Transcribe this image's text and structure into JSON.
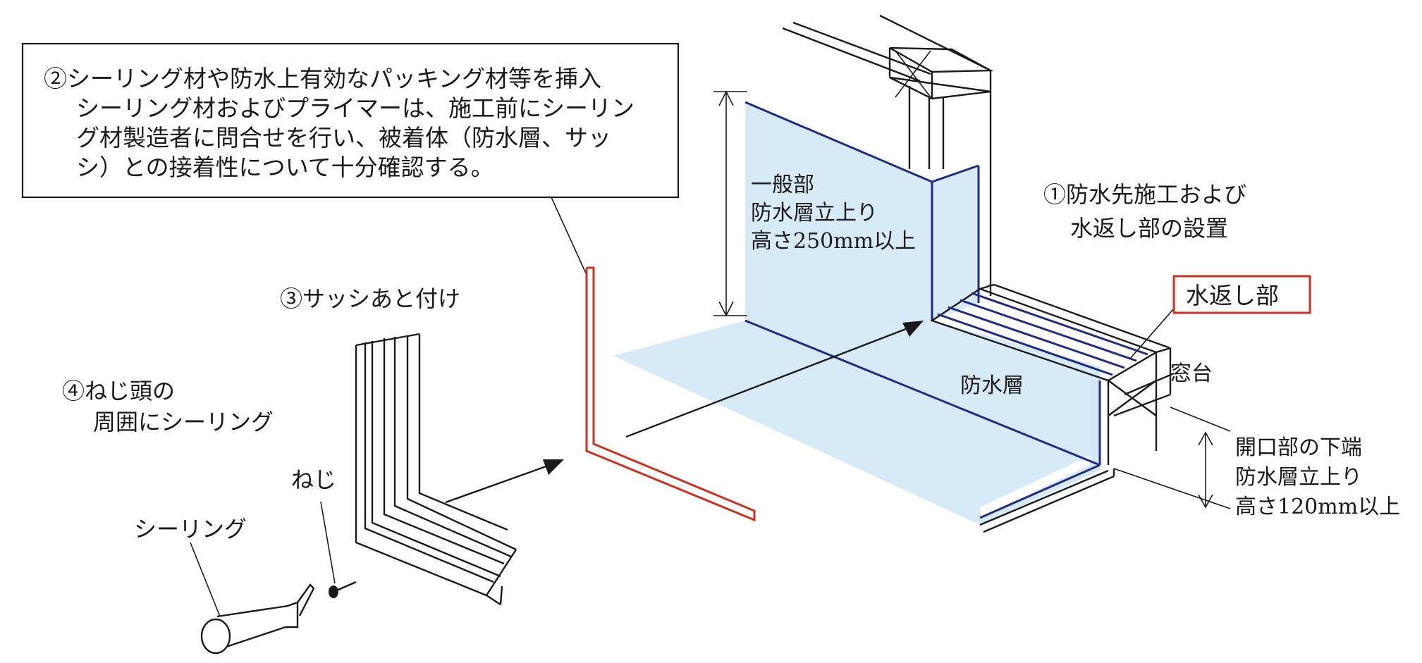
{
  "callout_sealing_material": {
    "lines": [
      "②シーリング材や防水上有効なパッキング材等を挿入",
      "シーリング材およびプライマーは、施工前にシーリン",
      "グ材製造者に問合せを行い、被着体（防水層、サッ",
      "シ）との接着性について十分確認する。"
    ]
  },
  "general_part": {
    "lines": [
      "一般部",
      "防水層立上り",
      "高さ250mm以上"
    ]
  },
  "step1": {
    "lines": [
      "①防水先施工および",
      "水返し部の設置"
    ]
  },
  "step3": {
    "label": "③サッシあと付け"
  },
  "step4": {
    "lines": [
      "④ねじ頭の",
      "周囲にシーリング"
    ]
  },
  "screw": {
    "label": "ねじ"
  },
  "sealant": {
    "label": "シーリング"
  },
  "water_return": {
    "label": "水返し部"
  },
  "waterproof_layer": {
    "label": "防水層"
  },
  "window_sill": {
    "label": "窓台"
  },
  "opening_bottom": {
    "lines": [
      "開口部の下端",
      "防水層立上り",
      "高さ120mm以上"
    ]
  },
  "colors": {
    "membrane_fill": "#cfe6f7",
    "membrane_edge": "#1f2d8a",
    "sash_red": "#c8321e",
    "water_return_box": "#c8321e",
    "ink": "#1a1a1a"
  }
}
